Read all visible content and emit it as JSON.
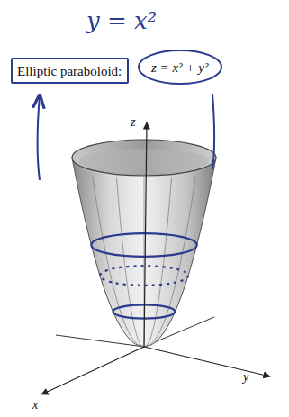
{
  "diagram": {
    "nodes": [
      {
        "text": [
          "Elliptic paraboloid:"
        ]
      },
      {
        "text": [
          "z = x² + y²"
        ]
      }
    ],
    "labels": [
      "y = x²",
      "z",
      "y",
      "x"
    ]
  }
}
